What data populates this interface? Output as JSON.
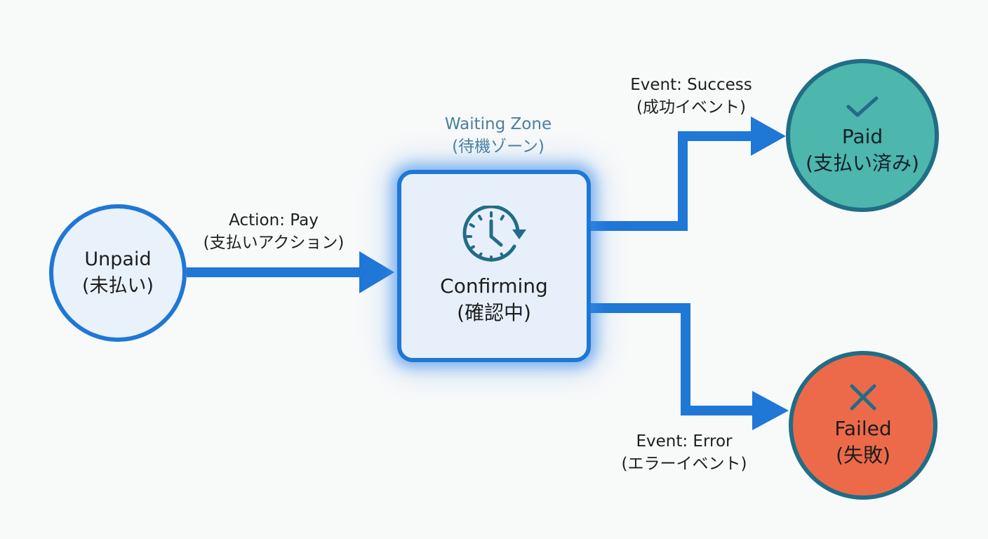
{
  "nodes": {
    "unpaid": {
      "line1": "Unpaid",
      "line2": "(未払い)"
    },
    "confirming": {
      "line1": "Confirming",
      "line2": "(確認中)",
      "icon": "clock-refresh-icon"
    },
    "paid": {
      "line1": "Paid",
      "line2": "(支払い済み)",
      "icon": "checkmark-icon"
    },
    "failed": {
      "line1": "Failed",
      "line2": "(失敗)",
      "icon": "x-mark-icon"
    }
  },
  "zone": {
    "line1": "Waiting Zone",
    "line2": "(待機ゾーン)"
  },
  "edges": {
    "pay": {
      "line1": "Action: Pay",
      "line2": "(支払いアクション)"
    },
    "success": {
      "line1": "Event: Success",
      "line2": "(成功イベント)"
    },
    "error": {
      "line1": "Event: Error",
      "line2": "(エラーイベント)"
    }
  },
  "colors": {
    "connector": "#1f77d6",
    "unpaid_fill": "#e9f1fb",
    "paid_fill": "#4db6ad",
    "failed_fill": "#ec6a4a",
    "terminal_border": "#206d86",
    "zone_text": "#4a7fa0"
  }
}
